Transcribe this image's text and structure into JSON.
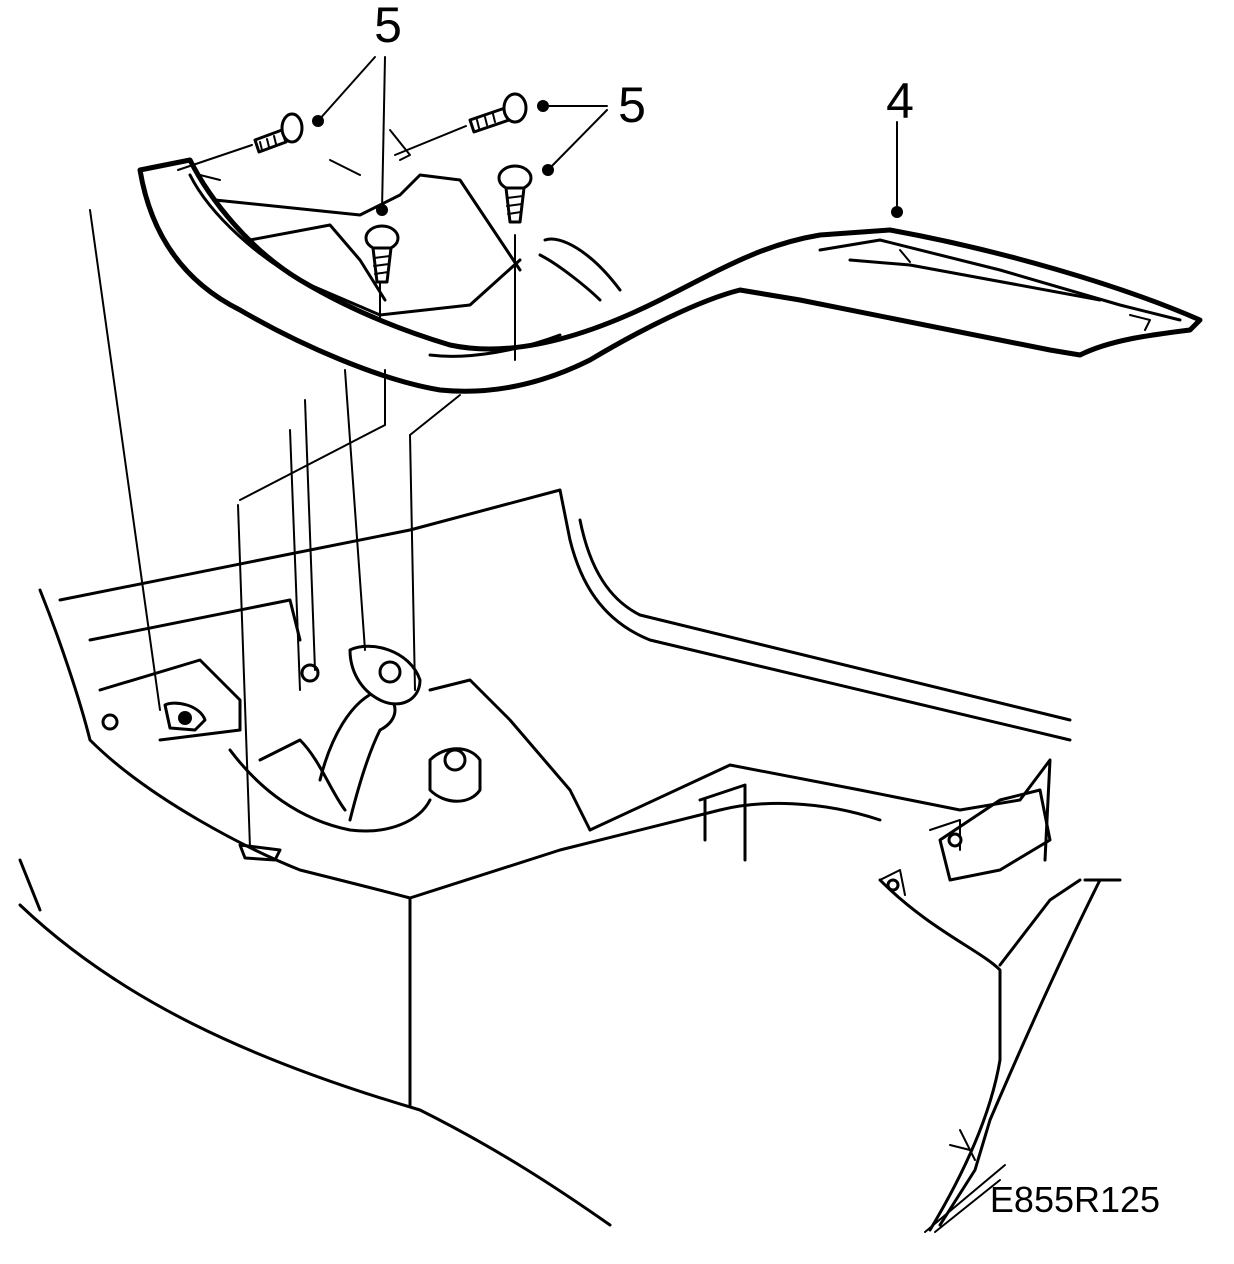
{
  "diagram": {
    "callouts": {
      "screws_top": "5",
      "screws_right": "5",
      "trim_panel": "4"
    },
    "reference_code": "E855R125"
  }
}
